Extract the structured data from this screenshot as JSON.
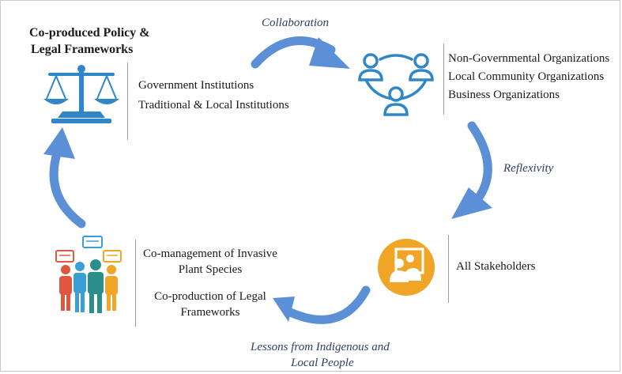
{
  "title": {
    "line1": "Co-produced Policy &",
    "line2": "Legal Frameworks"
  },
  "government": {
    "line1": "Government Institutions",
    "line2": "Traditional & Local Institutions"
  },
  "organizations": {
    "line1": "Non-Governmental Organizations",
    "line2": "Local Community Organizations",
    "line3": "Business Organizations"
  },
  "stakeholders": {
    "label": "All Stakeholders"
  },
  "comanagement": {
    "line1": "Co-management of Invasive",
    "line2": "Plant Species",
    "line3": "Co-production of Legal",
    "line4": "Frameworks"
  },
  "arrows": {
    "collaboration": "Collaboration",
    "reflexivity": "Reflexivity",
    "lessons_line1": "Lessons from Indigenous and",
    "lessons_line2": "Local People"
  },
  "colors": {
    "arrow": "#5b8fd6",
    "icon_blue": "#2f86c9",
    "orange": "#f0a526",
    "divider": "#9a9a9a"
  },
  "icons": [
    "scales-icon",
    "network-people-icon",
    "stakeholders-icon",
    "community-people-icon"
  ]
}
